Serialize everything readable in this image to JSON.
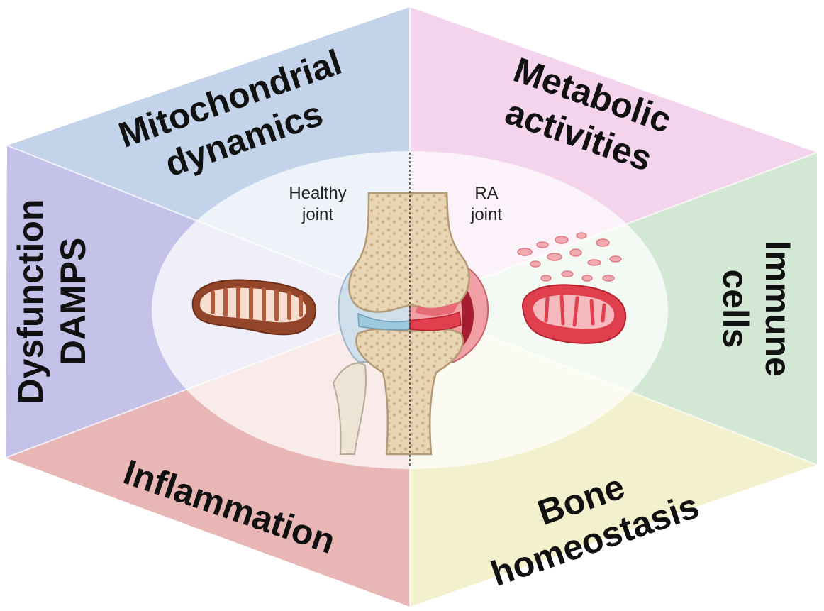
{
  "segments": {
    "mitochondrial": {
      "line1": "Mitochondrial",
      "line2": "dynamics",
      "color": "#c3d4ea"
    },
    "metabolic": {
      "line1": "Metabolic",
      "line2": "activities",
      "color": "#f3d4ec"
    },
    "immune": {
      "line1": "Immune",
      "line2": "cells",
      "color": "#d2e8d4"
    },
    "bone": {
      "line1": "Bone",
      "line2": "homeostasis",
      "color": "#f3f0cd"
    },
    "inflammation": {
      "line1": "Inflammation",
      "color": "#e8b6b4"
    },
    "dysfunction": {
      "line1": "Dysfunction",
      "line2": "DAMPS",
      "color": "#c5c2e9"
    }
  },
  "center": {
    "healthy_label": {
      "line1": "Healthy",
      "line2": "joint"
    },
    "ra_label": {
      "line1": "RA",
      "line2": "joint"
    }
  },
  "illustrations": {
    "healthy_mitochondrion": "healthy-mitochondrion-icon",
    "damaged_mitochondrion": "damaged-mitochondrion-icon",
    "knee_joint": "knee-joint-icon"
  }
}
